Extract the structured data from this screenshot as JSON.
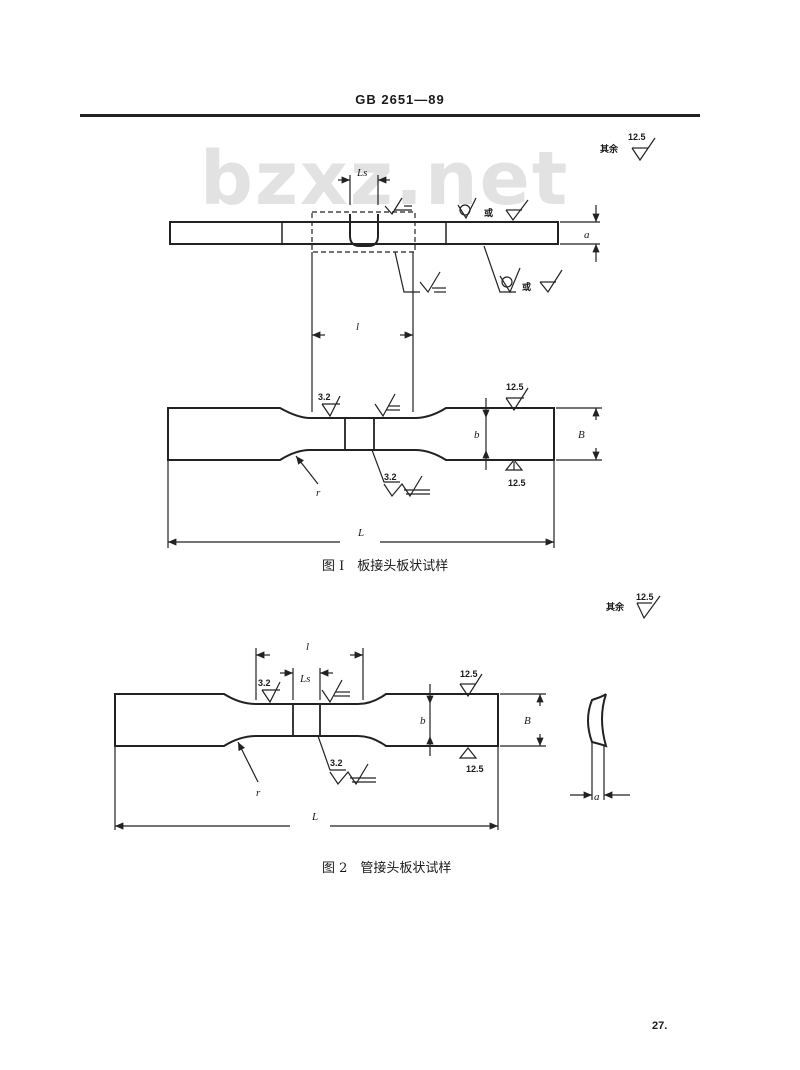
{
  "header": {
    "code": "GB 2651—89"
  },
  "watermark": "bzxz.net",
  "figure1": {
    "caption": "图 I　板接头板状试样",
    "remaining_label": "其余",
    "remaining_value": "12.5",
    "label_ls": "Ls",
    "label_a": "a",
    "label_l": "l",
    "label_b": "b",
    "label_B": "B",
    "label_r": "r",
    "label_L": "L",
    "or_text": "或",
    "rough_3_2_top": "3.2",
    "rough_3_2_bottom": "3.2",
    "rough_12_5_top": "12.5",
    "rough_12_5_bottom": "12.5"
  },
  "figure2": {
    "caption": "图 2　管接头板状试样",
    "remaining_label": "其余",
    "remaining_value": "12.5",
    "label_l": "l",
    "label_ls": "Ls",
    "label_b": "b",
    "label_B": "B",
    "label_r": "r",
    "label_L": "L",
    "label_a": "a",
    "rough_3_2_top": "3.2",
    "rough_3_2_bottom": "3.2",
    "rough_12_5_top": "12.5",
    "rough_12_5_bottom": "12.5"
  },
  "page_number": "27."
}
